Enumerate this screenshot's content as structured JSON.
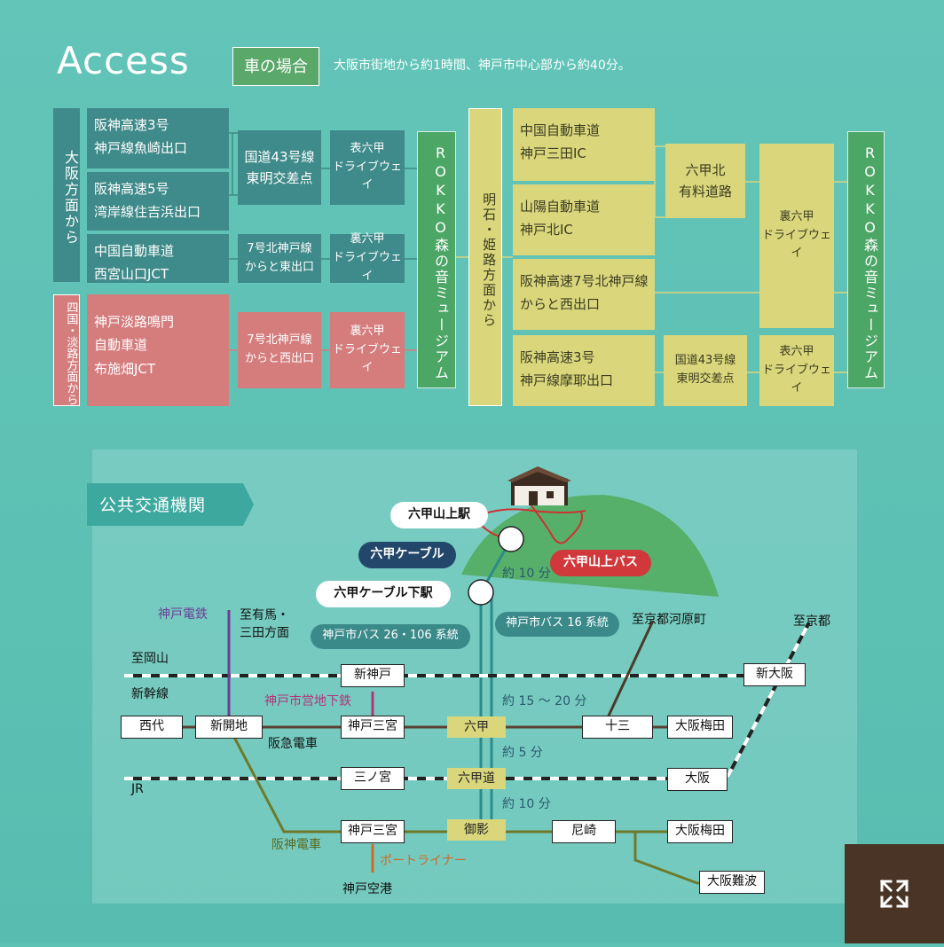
{
  "header": {
    "title": "Access",
    "car_label": "車の場合",
    "car_desc": "大阪市街地から約1時間、神戸市中心部から約40分。"
  },
  "osaka": {
    "side": "大阪方面から",
    "box1": [
      "阪神高速3号",
      "神戸線魚崎出口"
    ],
    "box2": [
      "阪神高速5号",
      "湾岸線住吉浜出口"
    ],
    "box3": [
      "中国自動車道",
      "西宮山口JCT"
    ],
    "box4": [
      "国道43号線",
      "東明交差点"
    ],
    "box5": [
      "表六甲",
      "ドライブウェイ"
    ],
    "box6": [
      "7号北神戸線",
      "からと東出口"
    ],
    "box7": [
      "裏六甲",
      "ドライブウェイ"
    ]
  },
  "shikoku": {
    "side": "四国・淡路方面から",
    "box1": [
      "神戸淡路鳴門",
      "自動車道",
      "布施畑JCT"
    ],
    "box2": [
      "7号北神戸線",
      "からと西出口"
    ],
    "box3": [
      "裏六甲",
      "ドライブウェイ"
    ]
  },
  "museum": "ROKKO森の音ミュージアム",
  "akashi": {
    "side": "明石・姫路方面から",
    "box1": [
      "中国自動車道",
      "神戸三田IC"
    ],
    "box2": [
      "山陽自動車道",
      "神戸北IC"
    ],
    "box3": [
      "阪神高速7号北神戸線",
      "からと西出口"
    ],
    "box4": [
      "阪神高速3号",
      "神戸線摩耶出口"
    ],
    "box5": [
      "六甲北",
      "有料道路"
    ],
    "box6": [
      "裏六甲",
      "ドライブウェイ"
    ],
    "box7": [
      "国道43号線",
      "東明交差点"
    ],
    "box8": [
      "表六甲",
      "ドライブウェイ"
    ]
  },
  "public": {
    "label": "公共交通機関",
    "stations": {
      "sanjo": "六甲山上駅",
      "cable": "六甲ケーブル",
      "cable_shita": "六甲ケーブル下駅",
      "sanjo_bus": "六甲山上バス",
      "min10a": "約 10 分",
      "shibus16": "神戸市バス 16 系統",
      "shibus26": "神戸市バス 26・106 系統",
      "kobe_dentetsu": "神戸電鉄",
      "arima": [
        "至有馬・",
        "三田方面"
      ],
      "kawaramachi": "至京都河原町",
      "kyoto": "至京都",
      "okayama": "至岡山",
      "shinkansen": "新幹線",
      "shinkobe": "新神戸",
      "shinosaka": "新大阪",
      "chikatetsu": "神戸市営地下鉄",
      "min1520": "約 15 ～ 20 分",
      "nishidai": "西代",
      "shinkaichi": "新開地",
      "hankyu_sannomiya": "神戸三宮",
      "rokko": "六甲",
      "juso": "十三",
      "umeda1": "大阪梅田",
      "hankyu": "阪急電車",
      "min5": "約 5 分",
      "jr": "JR",
      "sannomiya": "三ノ宮",
      "rokkomichi": "六甲道",
      "osaka": "大阪",
      "min10b": "約 10 分",
      "hanshin_sannomiya": "神戸三宮",
      "mikage": "御影",
      "amagasaki": "尼崎",
      "umeda2": "大阪梅田",
      "namba": "大阪難波",
      "hanshin": "阪神電車",
      "portliner": "ポートライナー",
      "airport": "神戸空港"
    }
  },
  "colors": {
    "teal": "#3f8a8a",
    "pink": "#d57d7d",
    "green": "#4ca766",
    "yellow": "#d9d67c",
    "navy": "#22476b",
    "red": "#d1383c"
  }
}
